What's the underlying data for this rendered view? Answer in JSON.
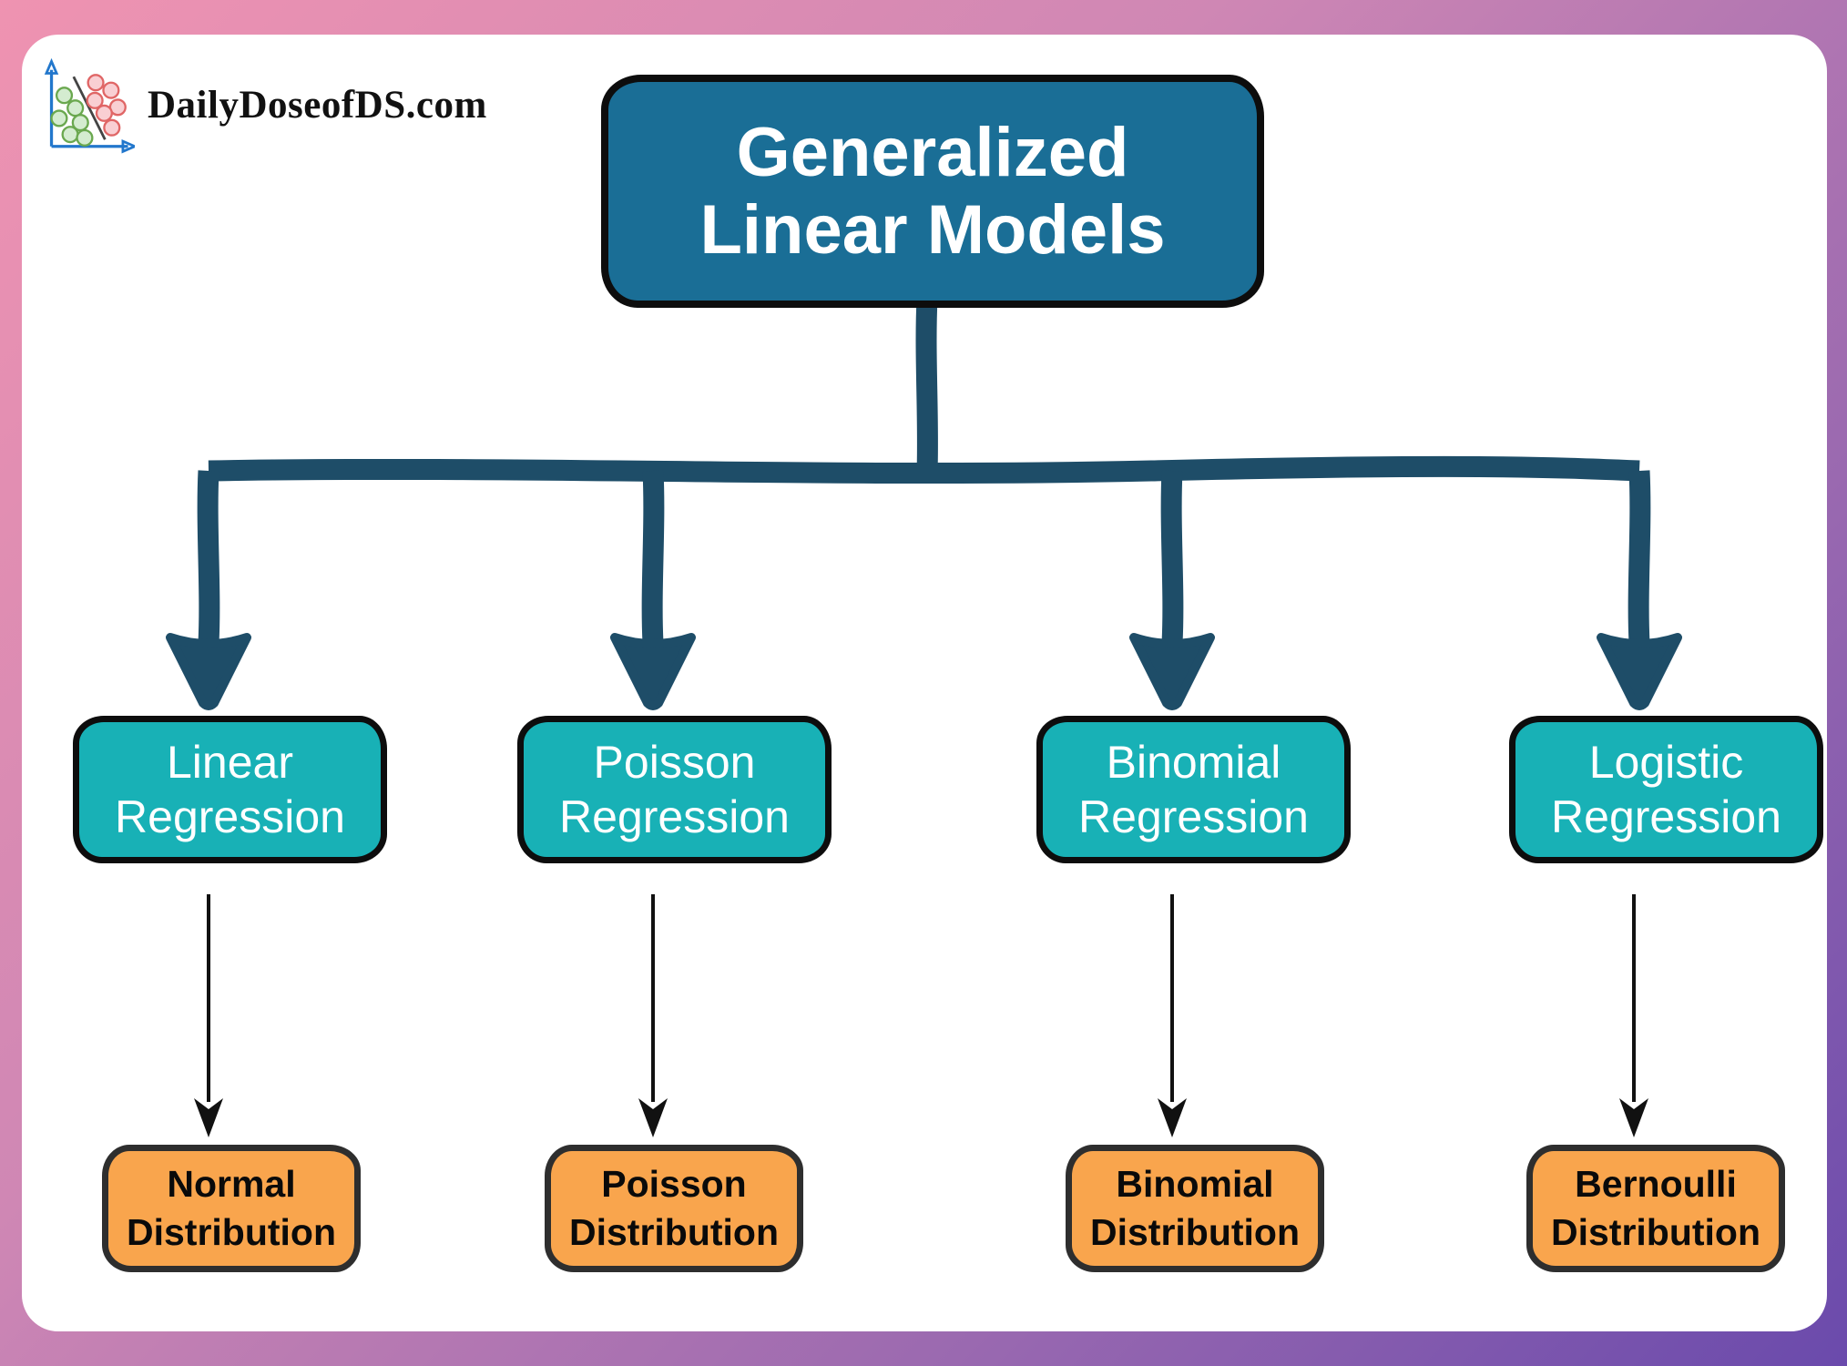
{
  "logo": {
    "text": "DailyDoseofDS.com",
    "icon": "scatter-plot-logo-icon"
  },
  "diagram": {
    "root": {
      "label": "Generalized Linear Models",
      "lines": [
        "Generalized",
        "Linear Models"
      ]
    },
    "columns": [
      {
        "regression": "Linear Regression",
        "regression_lines": [
          "Linear",
          "Regression"
        ],
        "distribution": "Normal Distribution",
        "distribution_lines": [
          "Normal",
          "Distribution"
        ]
      },
      {
        "regression": "Poisson Regression",
        "regression_lines": [
          "Poisson",
          "Regression"
        ],
        "distribution": "Poisson Distribution",
        "distribution_lines": [
          "Poisson",
          "Distribution"
        ]
      },
      {
        "regression": "Binomial Regression",
        "regression_lines": [
          "Binomial",
          "Regression"
        ],
        "distribution": "Binomial Distribution",
        "distribution_lines": [
          "Binomial",
          "Distribution"
        ]
      },
      {
        "regression": "Logistic Regression",
        "regression_lines": [
          "Logistic",
          "Regression"
        ],
        "distribution": "Bernoulli Distribution",
        "distribution_lines": [
          "Bernoulli",
          "Distribution"
        ]
      }
    ]
  },
  "colors": {
    "root_fill": "#1a6e96",
    "node_fill": "#18b1b6",
    "leaf_fill": "#f9a54d",
    "connector": "#1e4d68",
    "background_top": "#ef93b1",
    "background_bottom": "#6a4aac"
  }
}
